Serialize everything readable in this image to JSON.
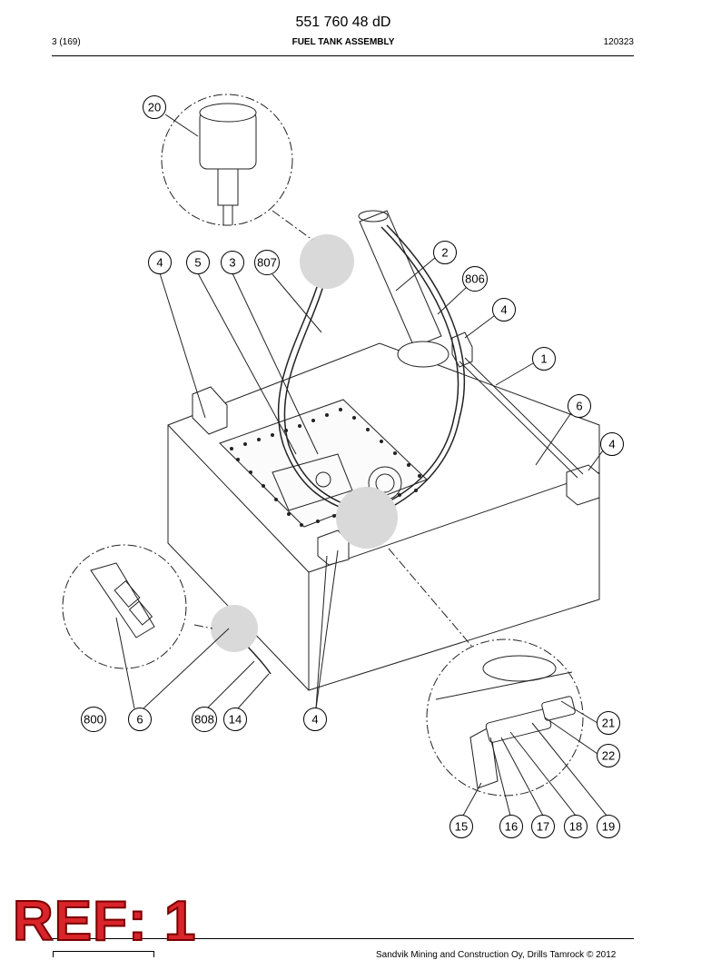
{
  "header": {
    "document_number": "551 760 48 dD",
    "page": "3 (169)",
    "title": "FUEL TANK ASSEMBLY",
    "date_code": "120323"
  },
  "callouts": {
    "c20": "20",
    "c4a": "4",
    "c5": "5",
    "c3": "3",
    "c807": "807",
    "c2": "2",
    "c806": "806",
    "c4b": "4",
    "c1": "1",
    "c6a": "6",
    "c4c": "4",
    "c800": "800",
    "c6b": "6",
    "c808": "808",
    "c14": "14",
    "c4d": "4",
    "c21": "21",
    "c22": "22",
    "c15": "15",
    "c16": "16",
    "c17": "17",
    "c18": "18",
    "c19": "19"
  },
  "stamp": "REF: 1",
  "footer": {
    "copyright": "Sandvik Mining and Construction Oy, Drills Tamrock © 2012"
  }
}
